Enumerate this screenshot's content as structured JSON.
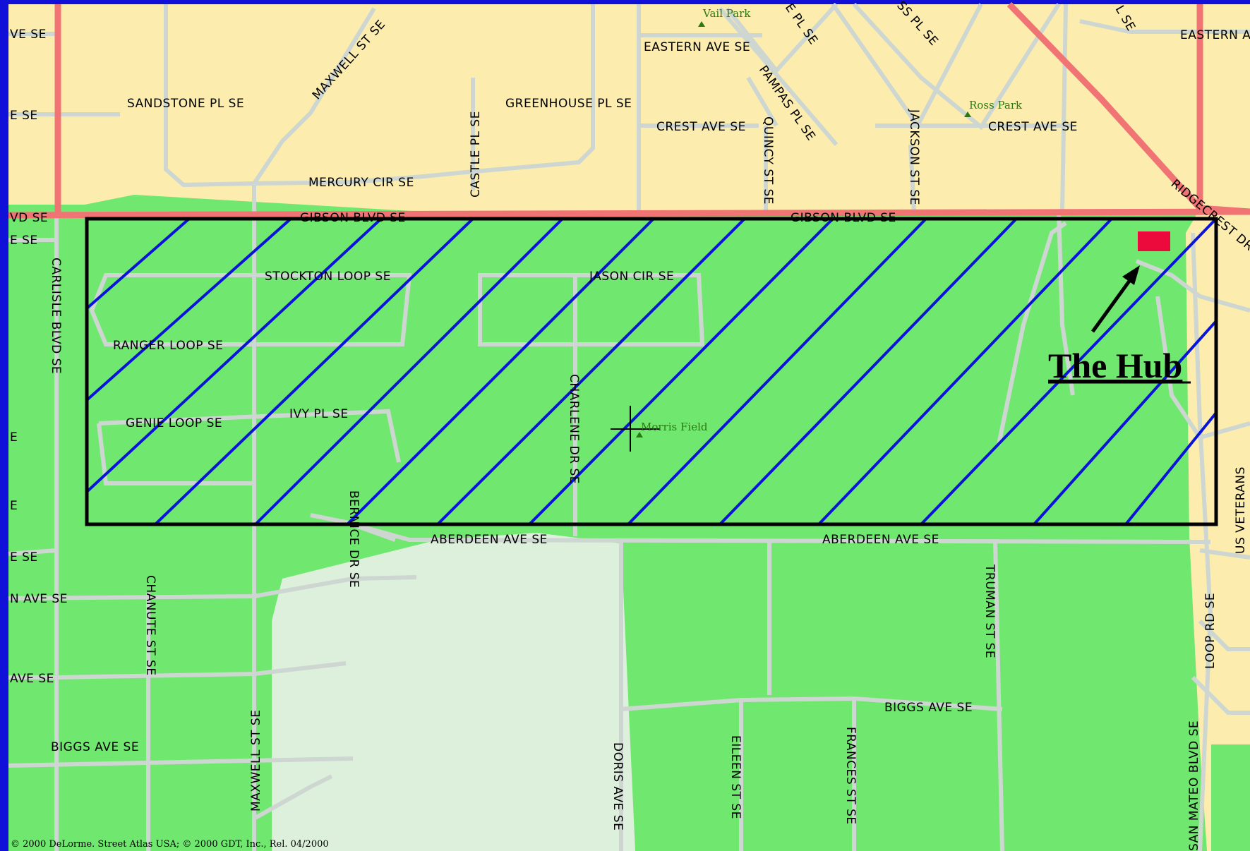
{
  "map": {
    "colors": {
      "border": "#1010d8",
      "urban": "#fcedae",
      "park": "#70e870",
      "open_land": "#dcf0dc",
      "road": "#cdd6d0",
      "highway": "#f07474",
      "hatch": "#0a14d8",
      "outline": "#000000",
      "hub_marker": "#ec0a3c"
    },
    "callout": {
      "label": "The Hub"
    },
    "copyright": "© 2000 DeLorme.  Street Atlas USA; © 2000 GDT, Inc., Rel. 04/2000",
    "parks": [
      "Vail Park",
      "Ross Park",
      "Morris Field"
    ],
    "streets": [
      "VE SE",
      "E SE",
      "VD SE",
      "E SE",
      "SANDSTONE PL SE",
      "MAXWELL ST SE",
      "MERCURY CIR SE",
      "CASTLE PL SE",
      "GREENHOUSE PL SE",
      "EASTERN AVE SE",
      "E PL SE",
      "SS PL SE",
      "L SE",
      "EASTERN A",
      "PAMPAS PL SE",
      "CREST AVE SE",
      "QUINCY ST SE",
      "JACKSON ST SE",
      "CREST AVE SE",
      "RIDGECREST DR",
      "GIBSON BLVD SE",
      "GIBSON BLVD SE",
      "STOCKTON LOOP SE",
      "JASON CIR SE",
      "RANGER LOOP SE",
      "GENIE LOOP SE",
      "IVY PL SE",
      "CHARLENE DR SE",
      "BERNICE DR SE",
      "CARLISLE BLVD SE",
      "ABERDEEN AVE SE",
      "ABERDEEN AVE SE",
      "CHANUTE ST SE",
      "TRUMAN ST SE",
      "US VETERANS",
      "LOOP RD SE",
      "SAN MATEO BLVD SE",
      "BIGGS AVE SE",
      "BIGGS AVE SE",
      "MAXWELL ST SE",
      "DORIS AVE SE",
      "EILEEN ST SE",
      "FRANCES ST SE",
      "E",
      "E",
      "E SE",
      "N AVE SE",
      "AVE SE"
    ]
  }
}
